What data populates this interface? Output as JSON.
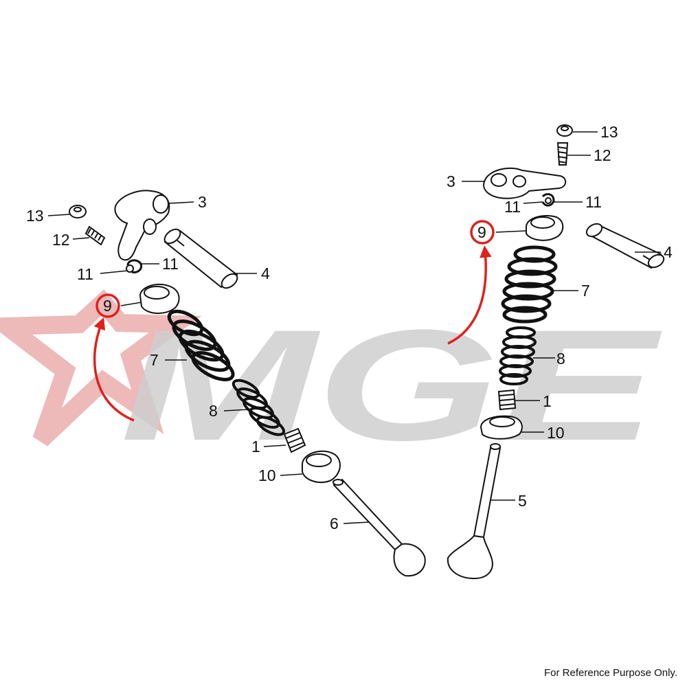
{
  "watermark": {
    "logo_text": "MGE",
    "star_color": "#e9a8a8",
    "letters_color": "#cfcfcf"
  },
  "highlight_color": "#e0201a",
  "footer": {
    "note": "For Reference Purpose Only."
  },
  "left_assembly": {
    "callouts": [
      "13",
      "12",
      "3",
      "11",
      "11",
      "4",
      "9",
      "7",
      "8",
      "1",
      "10",
      "6"
    ],
    "highlighted": "9"
  },
  "right_assembly": {
    "callouts": [
      "13",
      "12",
      "3",
      "11",
      "11",
      "9",
      "4",
      "7",
      "8",
      "1",
      "10",
      "5"
    ],
    "highlighted": "9"
  }
}
